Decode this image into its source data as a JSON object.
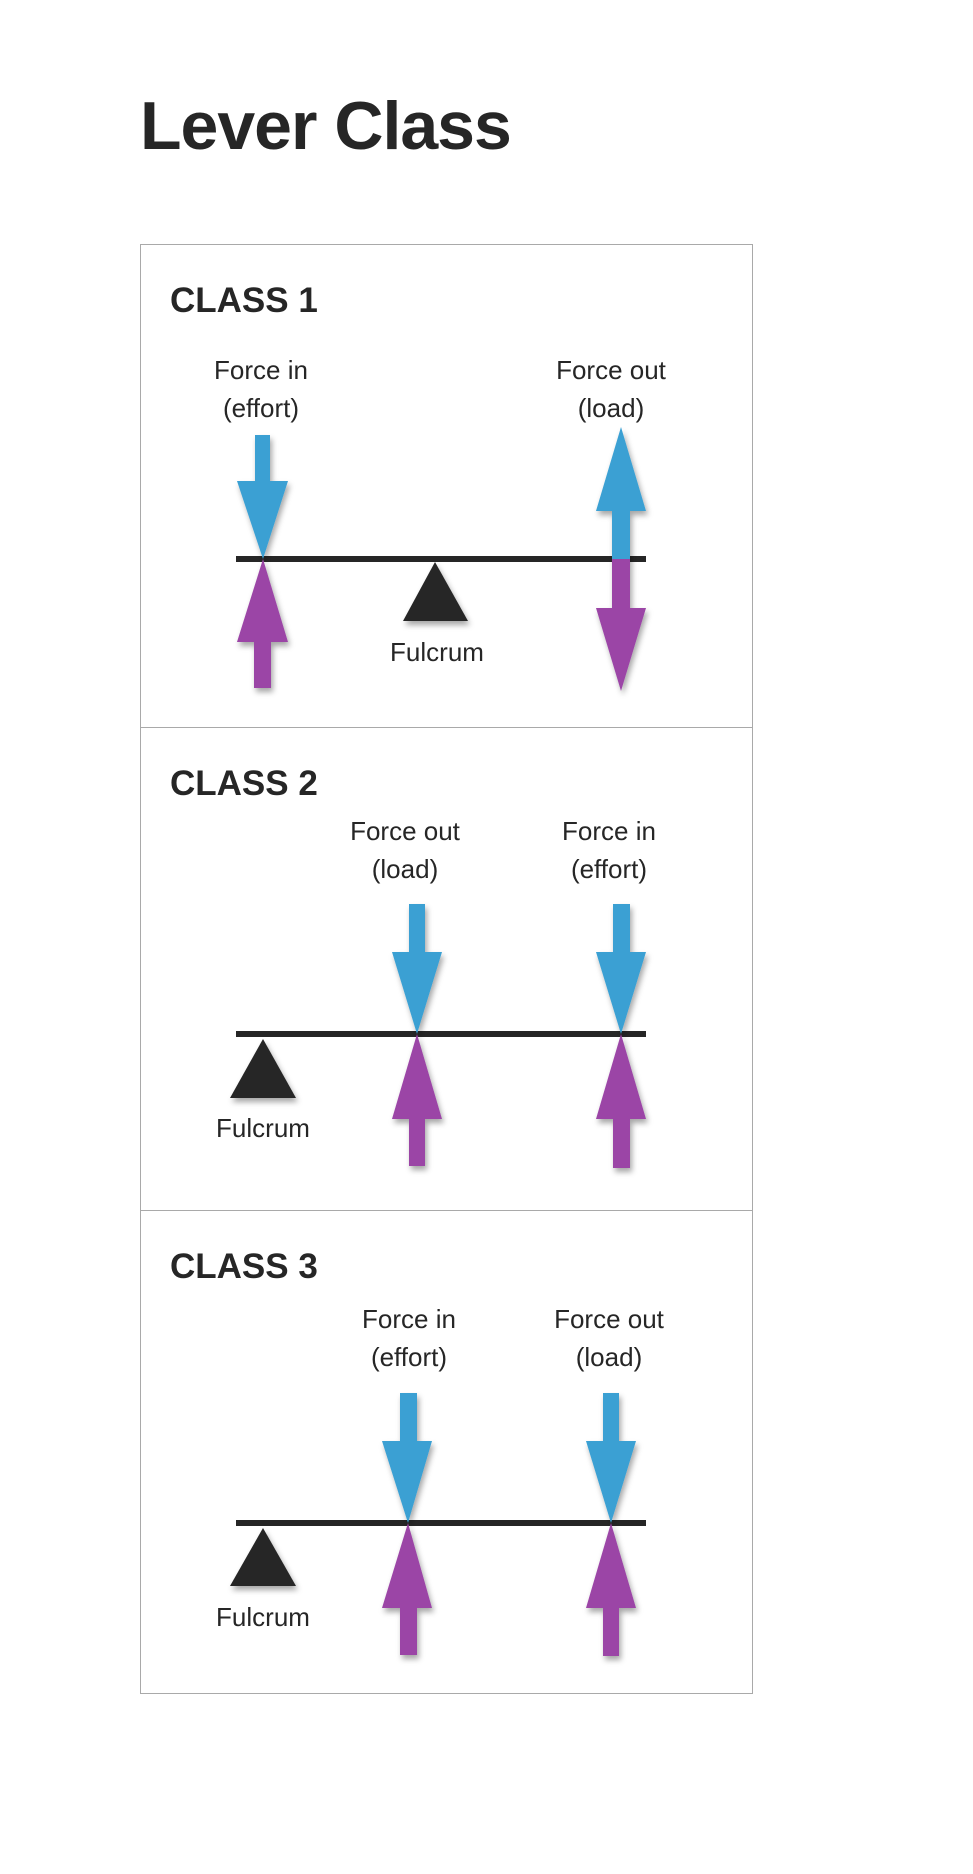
{
  "title": "Lever Class",
  "colors": {
    "effort_arrow": "#3aa0d3",
    "reaction_arrow": "#9b45a6",
    "beam": "#262626",
    "fulcrum": "#262626",
    "panel_border": "#a9a9a9"
  },
  "classes": [
    {
      "title": "CLASS 1",
      "labels": {
        "force_in": [
          "Force in",
          "(effort)"
        ],
        "force_out": [
          "Force out",
          "(load)"
        ],
        "fulcrum": "Fulcrum"
      },
      "icons": [
        "force-in-arrow-icon",
        "force-out-arrow-icon",
        "fulcrum-triangle-icon"
      ]
    },
    {
      "title": "CLASS 2",
      "labels": {
        "force_out": [
          "Force out",
          "(load)"
        ],
        "force_in": [
          "Force in",
          "(effort)"
        ],
        "fulcrum": "Fulcrum"
      },
      "icons": [
        "force-out-arrow-icon",
        "force-in-arrow-icon",
        "fulcrum-triangle-icon"
      ]
    },
    {
      "title": "CLASS 3",
      "labels": {
        "force_in": [
          "Force in",
          "(effort)"
        ],
        "force_out": [
          "Force out",
          "(load)"
        ],
        "fulcrum": "Fulcrum"
      },
      "icons": [
        "force-in-arrow-icon",
        "force-out-arrow-icon",
        "fulcrum-triangle-icon"
      ]
    }
  ]
}
